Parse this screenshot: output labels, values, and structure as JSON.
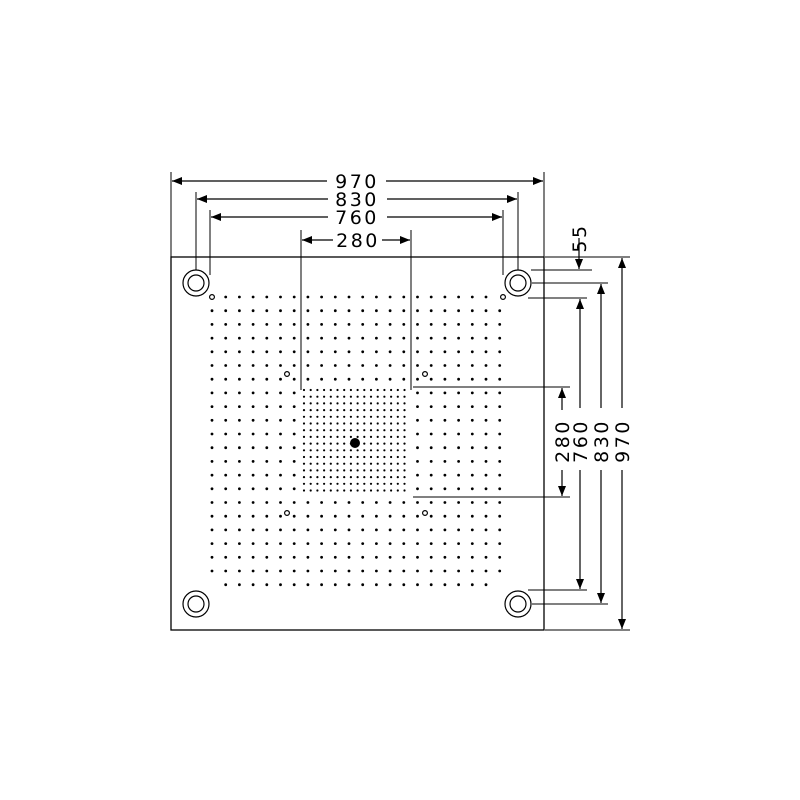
{
  "dimensions": {
    "horizontal": {
      "overall_width": "970",
      "fixing_centers": "830",
      "spray_field": "760",
      "center_field": "280"
    },
    "vertical": {
      "edge_offset": "55",
      "center_field": "280",
      "spray_field": "760",
      "fixing_centers": "830",
      "overall_height": "970"
    }
  },
  "colors": {
    "line": "#000000",
    "background": "#ffffff"
  }
}
